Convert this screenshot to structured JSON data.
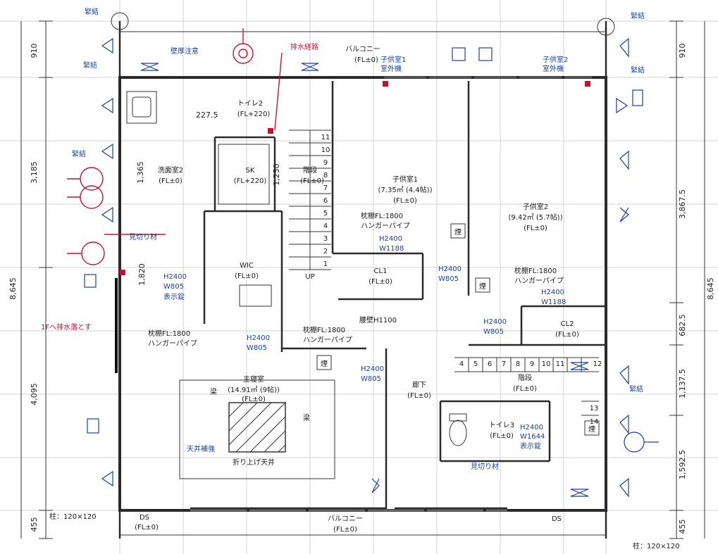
{
  "dimensions": {
    "left": {
      "total": "8,645",
      "segments": [
        "910",
        "3,185",
        "4,095",
        "455"
      ]
    },
    "right": {
      "total": "8,645",
      "segments": [
        "910",
        "3,867.5",
        "682.5",
        "1,137.5",
        "1,592.5",
        "455"
      ]
    }
  },
  "rooms": {
    "balcony_top": {
      "name": "バルコニー",
      "fl": "(FL±0)"
    },
    "toilet2": {
      "name": "トイレ2",
      "fl": "(FL+220)"
    },
    "sk": {
      "name": "SK",
      "fl": "(FL+220)"
    },
    "washroom2": {
      "name": "洗面室2",
      "fl": "(FL±0)"
    },
    "stairs": {
      "name": "階段",
      "fl": "(FL±0)"
    },
    "wic": {
      "name": "WIC",
      "fl": "(FL±0)"
    },
    "child1": {
      "name": "子供室1",
      "area": "(7.35㎡ (4.4帖))",
      "fl": "(FL±0)"
    },
    "child2": {
      "name": "子供室2",
      "area": "(9.42㎡ (5.7帖))",
      "fl": "(FL±0)"
    },
    "cl1": {
      "name": "CL1",
      "fl": "(FL±0)"
    },
    "cl2": {
      "name": "CL2",
      "fl": "(FL±0)"
    },
    "master": {
      "name": "主寝室",
      "area": "(14.91㎡ (9帖))",
      "fl": "(FL±0)"
    },
    "hallway": {
      "name": "廊下",
      "fl": "(FL±0)"
    },
    "stairs2": {
      "name": "階段",
      "fl": "(FL±0)"
    },
    "toilet3": {
      "name": "トイレ3",
      "fl": "(FL±0)"
    },
    "balcony_bottom": {
      "name": "バルコニー",
      "fl": "(FL±0)"
    },
    "ds_left": {
      "name": "DS",
      "fl": "(FL±0)"
    },
    "ds_right": {
      "name": "DS",
      "fl": ""
    }
  },
  "annotations": {
    "kinkobai": "緊結",
    "wall_thickness_note": "壁厚注意",
    "drain_route": "排水経路",
    "child1_outdoor": "子供室1\n室外機",
    "child2_outdoor": "子供室2\n室外機",
    "dim_2275": "227.5",
    "dim_1365": "1,365",
    "dim_1250": "1,250",
    "dim_1820": "1,820",
    "mikirizai": "見切り材",
    "drain_down": "1Fへ排水落とす",
    "h2400_w805": "H2400\nW805",
    "h2400_w1188": "H2400\nW1188",
    "h2400_w1644": "H2400\nW1644",
    "hyouji_jou": "表示錠",
    "makura_hanger": "枕棚FL:1800\nハンガーパイプ",
    "koshikabe": "腰壁H1100",
    "smoke": "煙",
    "beam": "梁",
    "ceiling_reinforce": "天井補強",
    "oriage": "折り上げ天井",
    "pillar_left": "柱：120×120",
    "pillar_right": "柱：120×120",
    "up": "UP",
    "stair_numbers": [
      "1",
      "2",
      "3",
      "4",
      "5",
      "6",
      "7",
      "8",
      "9",
      "10",
      "11"
    ],
    "stair2_numbers": [
      "4",
      "5",
      "6",
      "7",
      "8",
      "9",
      "10",
      "11",
      "12",
      "13",
      "14"
    ]
  },
  "colors": {
    "wall": "#2a2a2a",
    "annotation_blue": "#1b3f9c",
    "annotation_red": "#c8102e",
    "grid": "#cfd3da"
  }
}
